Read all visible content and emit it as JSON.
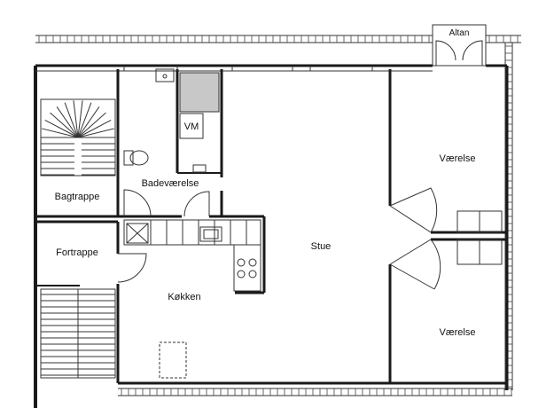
{
  "rooms": {
    "altan": "Altan",
    "vaerelse_top": "Værelse",
    "vaerelse_bottom": "Værelse",
    "badevaerelse": "Badeværelse",
    "bagtrappe": "Bagtrappe",
    "fortrappe": "Fortrappe",
    "stue": "Stue",
    "kokken": "Køkken",
    "vm": "VM"
  },
  "colors": {
    "wall": "#1a1a1a",
    "fixture_fill": "#c8c8c8",
    "background": "#ffffff"
  }
}
